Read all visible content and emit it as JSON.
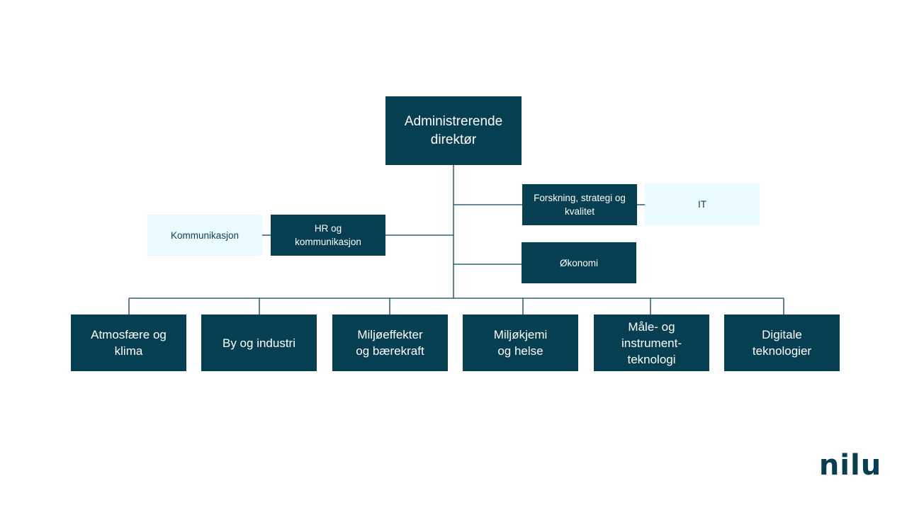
{
  "org_chart": {
    "top": {
      "label": "Administrerende\ndirektør"
    },
    "staff": {
      "forskning": {
        "label": "Forskning, strategi og\nkvalitet"
      },
      "it": {
        "label": "IT"
      },
      "hr": {
        "label": "HR og\nkommunikasjon"
      },
      "kommunikasjon": {
        "label": "Kommunikasjon"
      },
      "okonomi": {
        "label": "Økonomi"
      }
    },
    "departments": [
      {
        "label": "Atmosfære og\nklima"
      },
      {
        "label": "By og industri"
      },
      {
        "label": "Miljøeffekter\nog bærekraft"
      },
      {
        "label": "Miljøkjemi\nog helse"
      },
      {
        "label": "Måle- og\ninstrument-\nteknologi"
      },
      {
        "label": "Digitale\nteknologier"
      }
    ]
  },
  "logo": {
    "text": "nilu"
  },
  "colors": {
    "dark_box": "#073f52",
    "light_box": "#e9fbfd",
    "connector": "#0b4357",
    "background": "#ffffff"
  }
}
